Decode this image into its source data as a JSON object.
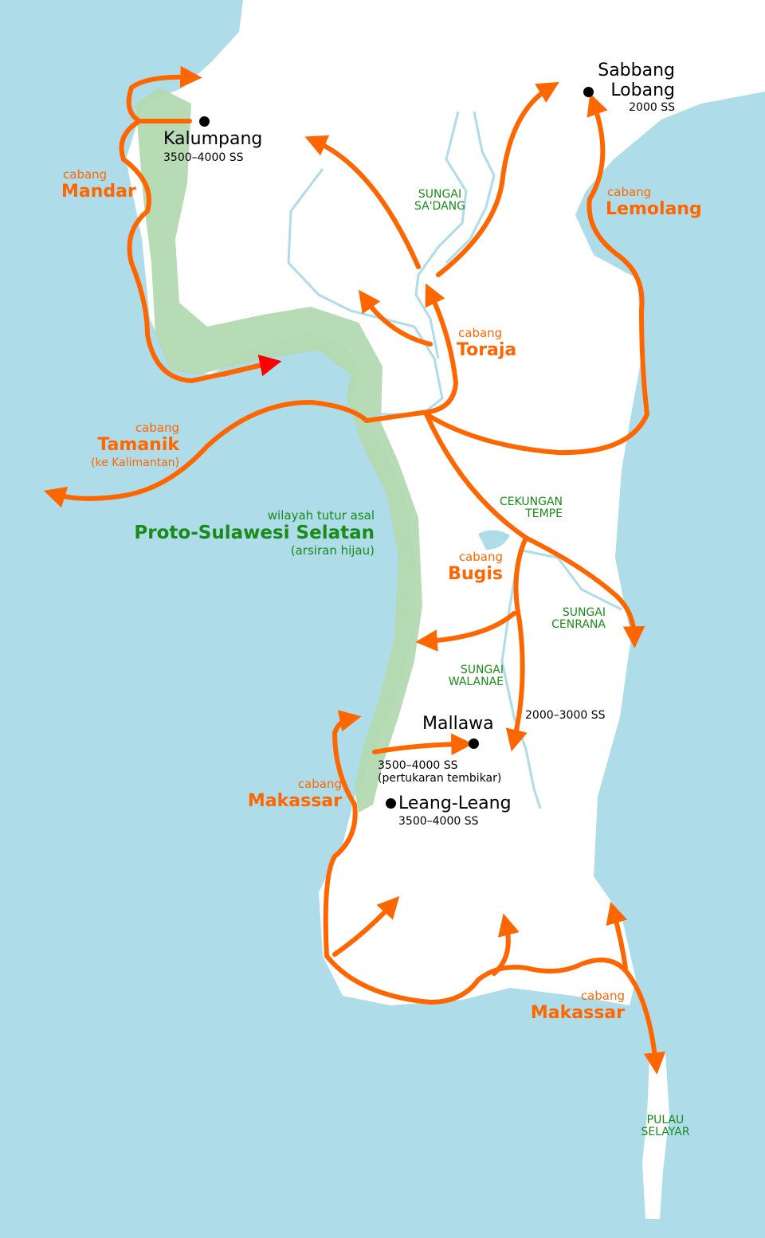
{
  "colors": {
    "sea": "#aedce8",
    "land": "#ffffff",
    "route": "#ff6600",
    "route_highlight": "#ff0000",
    "homeland": "#b3d9b0",
    "river": "#aedce8",
    "label_green": "#1a8a1a"
  },
  "places": [
    {
      "name": "Kalumpang",
      "date": "3500–4000 SS"
    },
    {
      "name": "Sabbang",
      "name2": "Lobang",
      "date": "2000 SS"
    },
    {
      "name": "Mallawa",
      "date": "3500–4000 SS",
      "note": "(pertukaran tembikar)"
    },
    {
      "name": "Leang-Leang",
      "date": "3500–4000 SS"
    }
  ],
  "branches": [
    {
      "small": "cabang",
      "name": "Mandar"
    },
    {
      "small": "cabang",
      "name": "Lemolang"
    },
    {
      "small": "cabang",
      "name": "Toraja"
    },
    {
      "small": "cabang",
      "name": "Tamanik",
      "note": "(ke Kalimantan)"
    },
    {
      "small": "cabang",
      "name": "Bugis"
    },
    {
      "small": "cabang",
      "name": "Makassar"
    },
    {
      "small": "cabang",
      "name": "Makassar"
    }
  ],
  "homeland": {
    "pre": "wilayah tutur asal",
    "name": "Proto-Sulawesi Selatan",
    "note": "(arsiran hijau)"
  },
  "geo_labels": [
    {
      "l1": "SUNGAI",
      "l2": "SA'DANG"
    },
    {
      "l1": "CEKUNGAN",
      "l2": "TEMPE"
    },
    {
      "l1": "SUNGAI",
      "l2": "CENRANA"
    },
    {
      "l1": "SUNGAI",
      "l2": "WALANAE"
    },
    {
      "l1": "PULAU",
      "l2": "SELAYAR"
    }
  ],
  "route_label": "2000–3000 SS"
}
